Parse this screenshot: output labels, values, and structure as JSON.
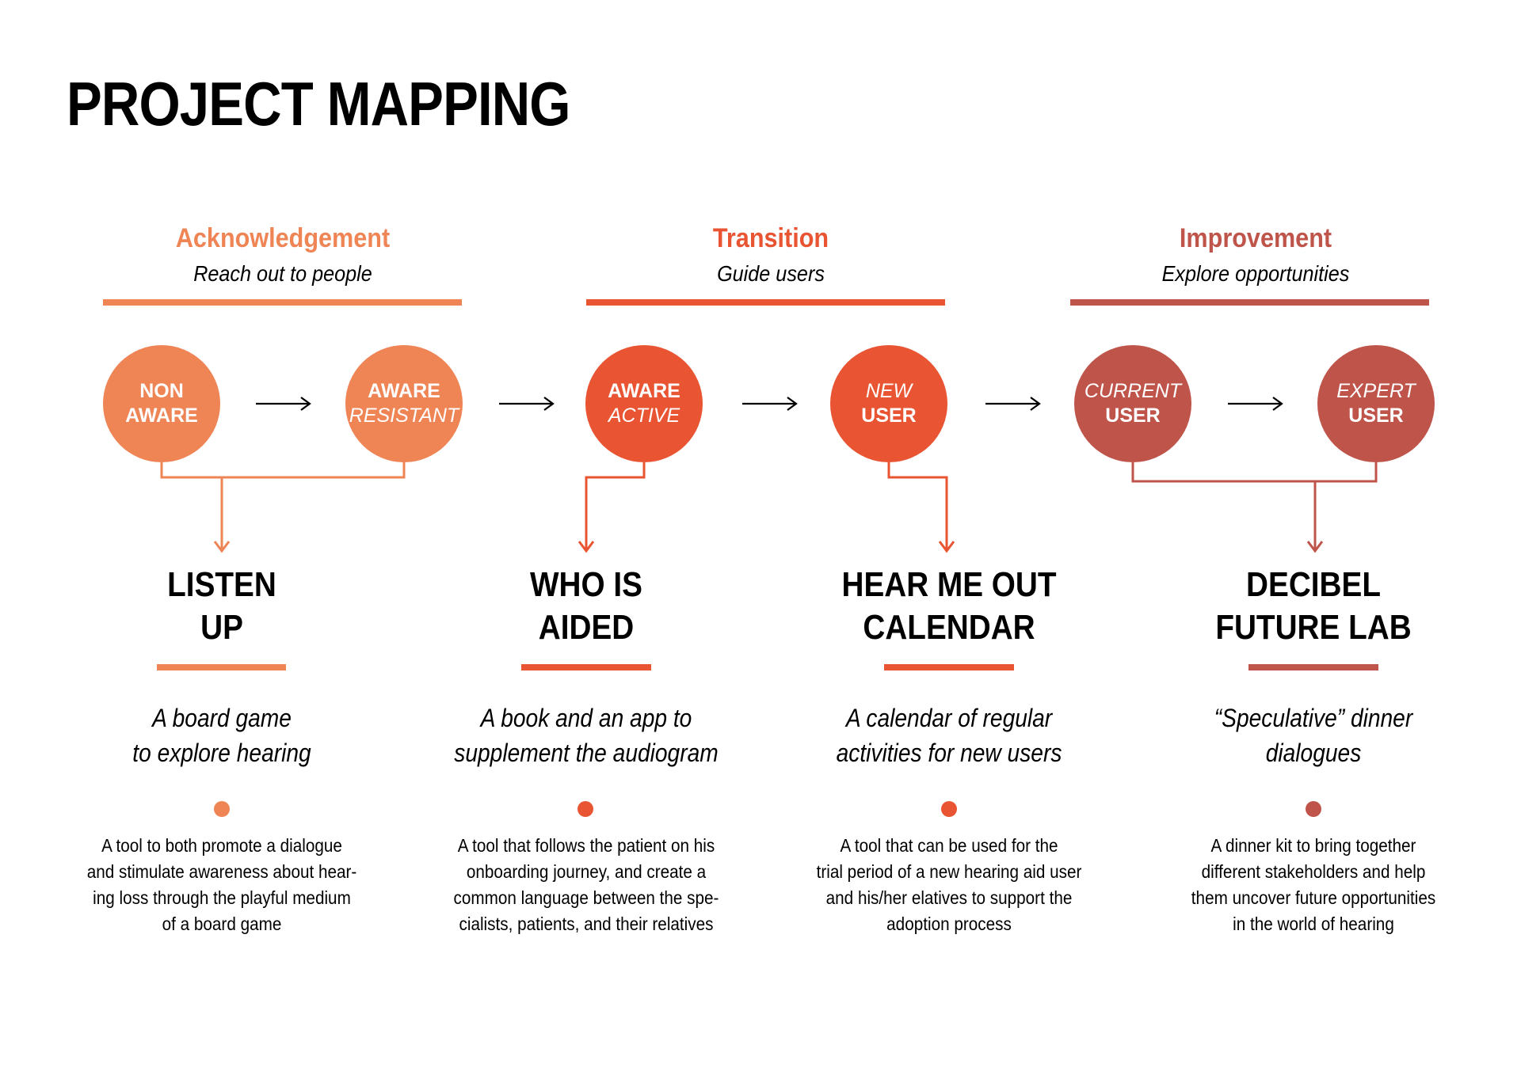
{
  "title": "PROJECT MAPPING",
  "colors": {
    "acknowledgement": "#ef8455",
    "transition": "#e95532",
    "improvement": "#bf554a",
    "text": "#000000"
  },
  "phases": [
    {
      "name": "Acknowledgement",
      "subtitle": "Reach out to people"
    },
    {
      "name": "Transition",
      "subtitle": "Guide users"
    },
    {
      "name": "Improvement",
      "subtitle": "Explore opportunities"
    }
  ],
  "stages": [
    {
      "line1": "NON",
      "line2": "AWARE"
    },
    {
      "line1": "AWARE",
      "line2": "RESISTANT"
    },
    {
      "line1": "AWARE",
      "line2": "ACTIVE"
    },
    {
      "line1": "NEW",
      "line2": "USER"
    },
    {
      "line1": "CURRENT",
      "line2": "USER"
    },
    {
      "line1": "EXPERT",
      "line2": "USER"
    }
  ],
  "projects": [
    {
      "title_line1": "LISTEN",
      "title_line2": "UP",
      "tagline_line1": "A board game",
      "tagline_line2": "to explore hearing",
      "description": [
        "A tool to both promote a dialogue",
        "and stimulate awareness about hear-",
        "ing loss through the playful medium",
        "of a board game"
      ]
    },
    {
      "title_line1": "WHO IS",
      "title_line2": "AIDED",
      "tagline_line1": "A book and an app to",
      "tagline_line2": "supplement the audiogram",
      "description": [
        "A tool that follows the patient on his",
        "onboarding journey, and create a",
        "common language between the spe-",
        "cialists, patients, and their relatives"
      ]
    },
    {
      "title_line1": "HEAR ME OUT",
      "title_line2": "CALENDAR",
      "tagline_line1": "A calendar of regular",
      "tagline_line2": "activities for new users",
      "description": [
        "A tool that can be used for the",
        "trial period of a new hearing aid user",
        "and his/her elatives to support the",
        "adoption process"
      ]
    },
    {
      "title_line1": "DECIBEL",
      "title_line2": "FUTURE LAB",
      "tagline_line1": "“Speculative” dinner",
      "tagline_line2": "dialogues",
      "description": [
        "A dinner kit to bring together",
        "different stakeholders and help",
        "them uncover future opportunities",
        "in the world of hearing"
      ]
    }
  ]
}
